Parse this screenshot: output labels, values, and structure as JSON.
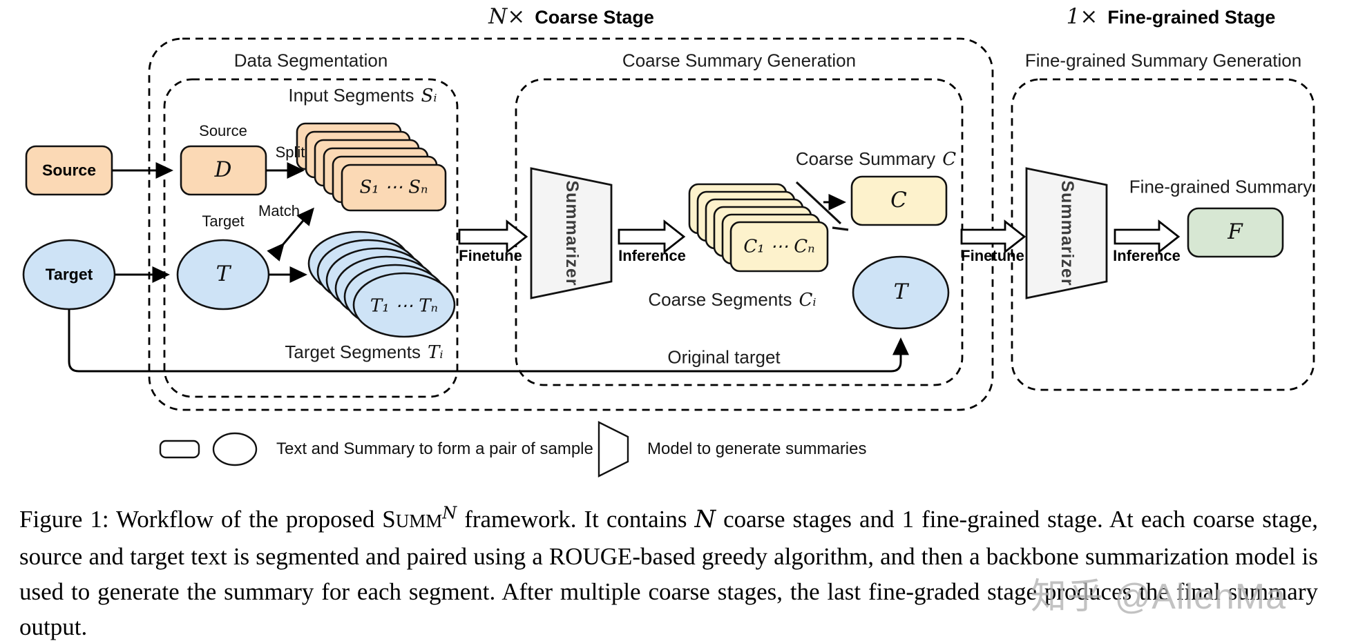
{
  "stage_titles": {
    "coarse": {
      "mult": "N×",
      "label": "Coarse Stage"
    },
    "fine": {
      "mult": "1×",
      "label": "Fine-grained Stage"
    }
  },
  "sections": {
    "data_segmentation": "Data Segmentation",
    "coarse_summary_generation": "Coarse Summary Generation",
    "fine_summary_generation": "Fine-grained Summary Generation"
  },
  "nodes": {
    "source_input": "Source",
    "target_input": "Target",
    "doc": "D",
    "doc_caption": "Source",
    "target_doc": "T",
    "target_doc_caption": "Target",
    "input_segment_cards": "S₁ ⋯ Sₙ",
    "target_segment_cards": "T₁ ⋯ Tₙ",
    "coarse_segment_cards": "C₁ ⋯ Cₙ",
    "coarse_summary_box": "C",
    "original_target_ellipse": "T",
    "fine_summary_box": "F",
    "summarizer1": "Summarizer",
    "summarizer2": "Summarizer"
  },
  "labels": {
    "input_segments": {
      "text": "Input Segments",
      "var": "Sᵢ"
    },
    "target_segments": {
      "text": "Target Segments",
      "var": "Tᵢ"
    },
    "coarse_segments": {
      "text": "Coarse Segments",
      "var": "Cᵢ"
    },
    "coarse_summary": {
      "text": "Coarse Summary",
      "var": "C"
    },
    "fine_summary": "Fine-grained Summary",
    "original_target": "Original target",
    "split": "Split",
    "match": "Match",
    "finetune1": "Finetune",
    "inference1": "Inference",
    "finetune2": "Finetune",
    "inference2": "Inference"
  },
  "legend": {
    "pair_label": "Text and Summary to form a pair of sample",
    "model_label": "Model to generate summaries"
  },
  "caption": {
    "p1": "Figure 1: Workflow of the proposed ",
    "summ_s": "S",
    "summ_rest": "UMM",
    "sup_n": "N",
    "p2": " framework. It contains ",
    "var_n": "N",
    "p3": " coarse stages and 1 fine-grained stage. At each coarse stage, source and target text is segmented and paired using a ROUGE-based greedy algorithm, and then a backbone summarization model is used to generate the summary for each segment. After multiple coarse stages, the last fine-graded stage produces the final summary output."
  },
  "watermark": "知乎 @AllenMa",
  "colors": {
    "peach_fill": "#fbd9b5",
    "blue_fill": "#cee3f6",
    "yellow_fill": "#fdf2cc",
    "green_fill": "#d7e7d3",
    "trapezoid_fill": "#f4f4f4",
    "stroke": "#111111",
    "watermark_gray": "#b3b3b3"
  }
}
